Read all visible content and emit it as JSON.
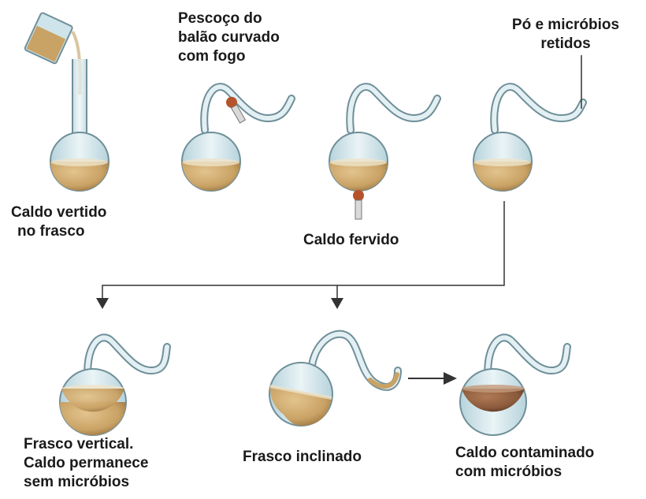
{
  "diagram": {
    "labels": {
      "poured": [
        "Caldo vertido",
        "no frasco"
      ],
      "neck_bent": [
        "Pescoço do",
        "balão curvado",
        "com fogo"
      ],
      "dust_retained": [
        "Pó e micróbios",
        "retidos"
      ],
      "boiled": [
        "Caldo fervido"
      ],
      "upright": [
        "Frasco vertical.",
        "Caldo permanece",
        "sem micróbios"
      ],
      "tilted": [
        "Frasco inclinado"
      ],
      "contaminated": [
        "Caldo contaminado",
        "com micróbios"
      ]
    },
    "colors": {
      "broth": "#c9a265",
      "broth_contaminated": "#8a5a3c",
      "glass": "#cfe4ea",
      "glass_outline": "#6f8f99",
      "flame": "#b5532a",
      "arrow": "#333333"
    }
  }
}
